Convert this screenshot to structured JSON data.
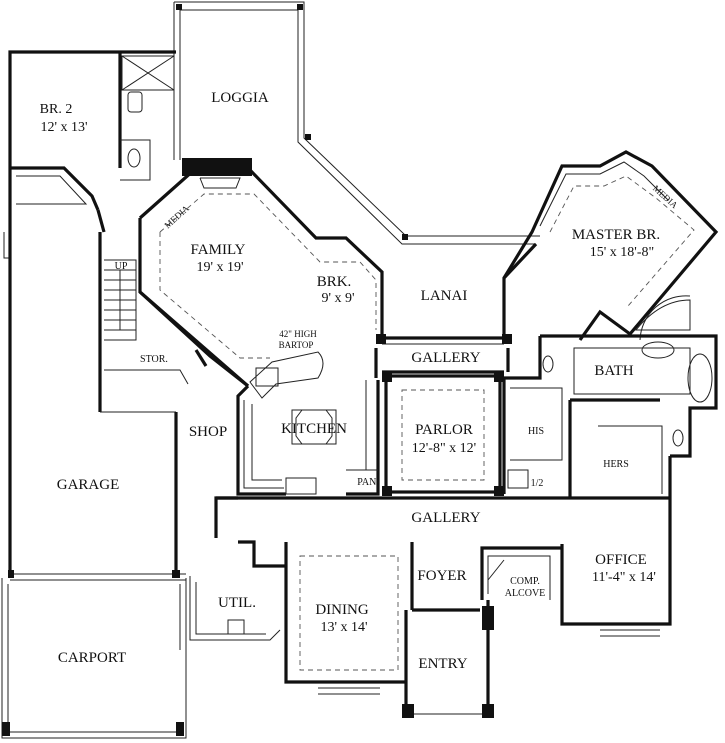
{
  "rooms": {
    "br2": {
      "name": "BR. 2",
      "size": "12' x 13'"
    },
    "loggia": {
      "name": "LOGGIA"
    },
    "media_left": {
      "name": "MEDIA"
    },
    "family": {
      "name": "FAMILY",
      "size": "19' x 19'"
    },
    "brk": {
      "name": "BRK.",
      "size": "9' x 9'"
    },
    "up": {
      "name": "UP"
    },
    "stor": {
      "name": "STOR."
    },
    "bartop": {
      "line1": "42\" HIGH",
      "line2": "BARTOP"
    },
    "kitchen": {
      "name": "KITCHEN"
    },
    "shop": {
      "name": "SHOP"
    },
    "garage": {
      "name": "GARAGE"
    },
    "pan": {
      "name": "PAN."
    },
    "lanai": {
      "name": "LANAI"
    },
    "gallery_top": {
      "name": "GALLERY"
    },
    "parlor": {
      "name": "PARLOR",
      "size": "12'-8\" x 12'"
    },
    "master": {
      "name": "MASTER BR.",
      "size": "15' x 18'-8\""
    },
    "media_right": {
      "name": "MEDIA"
    },
    "bath": {
      "name": "BATH"
    },
    "his": {
      "name": "HIS"
    },
    "hers": {
      "name": "HERS"
    },
    "half_bath": {
      "name": "1/2"
    },
    "gallery_bottom": {
      "name": "GALLERY"
    },
    "office": {
      "name": "OFFICE",
      "size": "11'-4\" x 14'"
    },
    "foyer": {
      "name": "FOYER"
    },
    "comp_alcove": {
      "line1": "COMP.",
      "line2": "ALCOVE"
    },
    "util": {
      "name": "UTIL."
    },
    "dining": {
      "name": "DINING",
      "size": "13' x 14'"
    },
    "carport": {
      "name": "CARPORT"
    },
    "entry": {
      "name": "ENTRY"
    }
  }
}
